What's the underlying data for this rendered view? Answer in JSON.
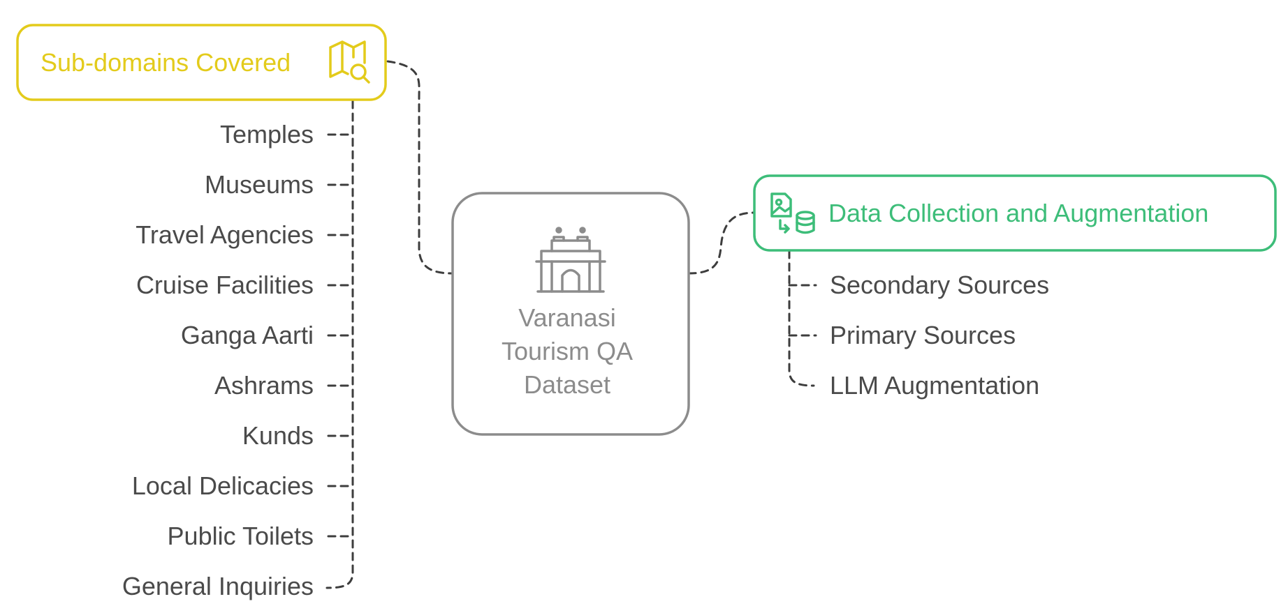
{
  "colors": {
    "left_accent": "#e3cb1b",
    "right_accent": "#3dbd79",
    "center": "#8c8c8c",
    "text": "#4a4a4a",
    "connector": "#3d3d3d"
  },
  "center": {
    "title_lines": [
      "Varanasi",
      "Tourism QA",
      "Dataset"
    ],
    "icon": "temple-icon"
  },
  "left": {
    "title": "Sub-domains Covered",
    "icon": "map-search-icon",
    "items": [
      "Temples",
      "Museums",
      "Travel Agencies",
      "Cruise Facilities",
      "Ganga Aarti",
      "Ashrams",
      "Kunds",
      "Local Delicacies",
      "Public Toilets",
      "General Inquiries"
    ]
  },
  "right": {
    "title": "Data Collection and Augmentation",
    "icon": "image-database-icon",
    "items": [
      "Secondary Sources",
      "Primary Sources",
      "LLM Augmentation"
    ]
  }
}
